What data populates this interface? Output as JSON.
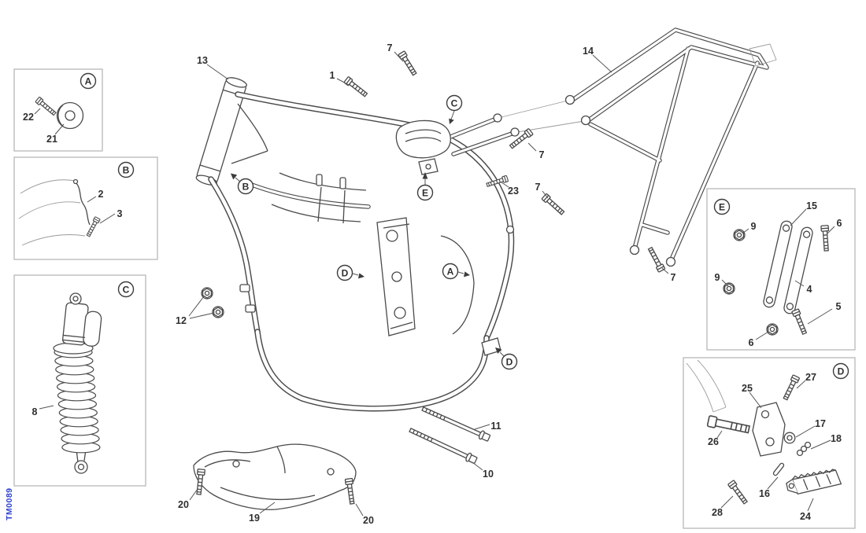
{
  "code": "TM0089",
  "colors": {
    "line": "#4a4a4a",
    "box_border": "#b2b2b2",
    "code_text": "#2b3fd0",
    "background": "#ffffff"
  },
  "markers": {
    "mainC": "C",
    "mainE": "E",
    "mainB": "B",
    "mainD1": "D",
    "mainA": "A",
    "mainD2": "D"
  },
  "labels": {
    "p13": "13",
    "p1": "1",
    "p7a": "7",
    "p7b": "7",
    "p7c": "7",
    "p7d": "7",
    "p23": "23",
    "p14": "14",
    "p12": "12",
    "p11": "11",
    "p10": "10",
    "p19": "19",
    "p20a": "20",
    "p20b": "20"
  },
  "boxA": {
    "letter": "A",
    "p22": "22",
    "p21": "21"
  },
  "boxB": {
    "letter": "B",
    "p2": "2",
    "p3": "3"
  },
  "boxC": {
    "letter": "C",
    "p8": "8"
  },
  "boxE": {
    "letter": "E",
    "p15": "15",
    "p9a": "9",
    "p6a": "6",
    "p9b": "9",
    "p4": "4",
    "p5": "5",
    "p6b": "6"
  },
  "boxD": {
    "letter": "D",
    "p27": "27",
    "p25": "25",
    "p26": "26",
    "p17": "17",
    "p18": "18",
    "p16": "16",
    "p28": "28",
    "p24": "24"
  }
}
